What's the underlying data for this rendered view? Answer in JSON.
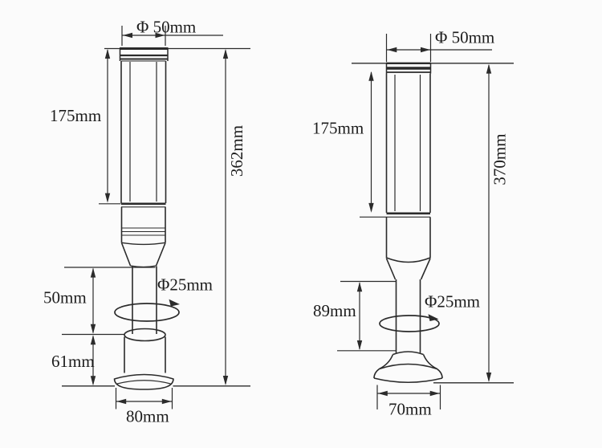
{
  "colors": {
    "background": "#fbfbfb",
    "line": "#2b2b2b",
    "text": "#1c1c1c"
  },
  "diagram": {
    "left": {
      "cap_diameter": "Φ 50mm",
      "lens_height": "175mm",
      "total_height": "362mm",
      "pole_length": "50mm",
      "pole_diameter": "Φ25mm",
      "base_height": "61mm",
      "base_diameter": "80mm"
    },
    "right": {
      "cap_diameter": "Φ 50mm",
      "lens_height": "175mm",
      "total_height": "370mm",
      "pole_length": "89mm",
      "pole_diameter": "Φ25mm",
      "base_diameter": "70mm"
    }
  }
}
